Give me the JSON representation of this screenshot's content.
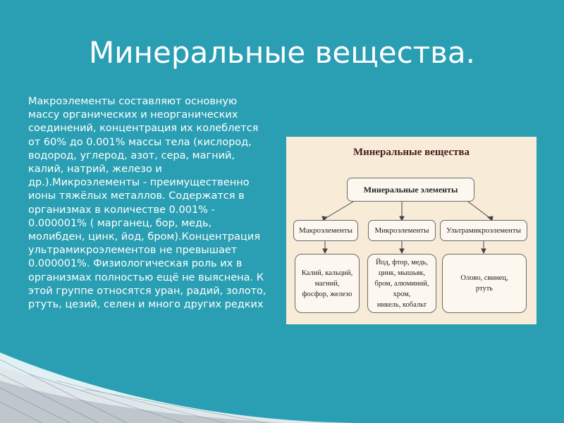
{
  "slide": {
    "title": "Минеральные вещества.",
    "body_text": "Макроэлементы составляют основную массу органических и неорганических соединений, концентрация их колеблется от 60% до 0.001% массы тела (кислород, водород, углерод, азот, сера, магний, калий, натрий, железо и др.).Микроэлементы - преимущественно ионы тяжёлых металлов. Содержатся в организмах в количестве 0.001% - 0.000001% ( марганец, бор, медь, молибден, цинк, йод, бром).Концентрация ультрамикроэлементов не превышает 0.000001%. Физиологическая роль их в организмах полностью ещё не выяснена. К этой группе относятся уран, радий, золото, ртуть, цезий, селен и много других редких"
  },
  "diagram": {
    "title": "Минеральные вещества",
    "root": "Минеральные элементы",
    "categories": [
      {
        "label": "Макроэлементы",
        "lines": [
          "Калий, кальций,",
          "магний,",
          "фосфор, железо"
        ]
      },
      {
        "label": "Микроэлементы",
        "lines": [
          "Йод, фтор, медь,",
          "цинк, мышьяк,",
          "бром, алюминий,",
          "хром,",
          "никель, кобальт"
        ]
      },
      {
        "label": "Ультрамикроэлементы",
        "lines": [
          "Олово, свинец,",
          "ртуть"
        ]
      }
    ]
  },
  "colors": {
    "background": "#2a9fb3",
    "text": "#ffffff",
    "diagram_background": "#f8ecd9"
  }
}
